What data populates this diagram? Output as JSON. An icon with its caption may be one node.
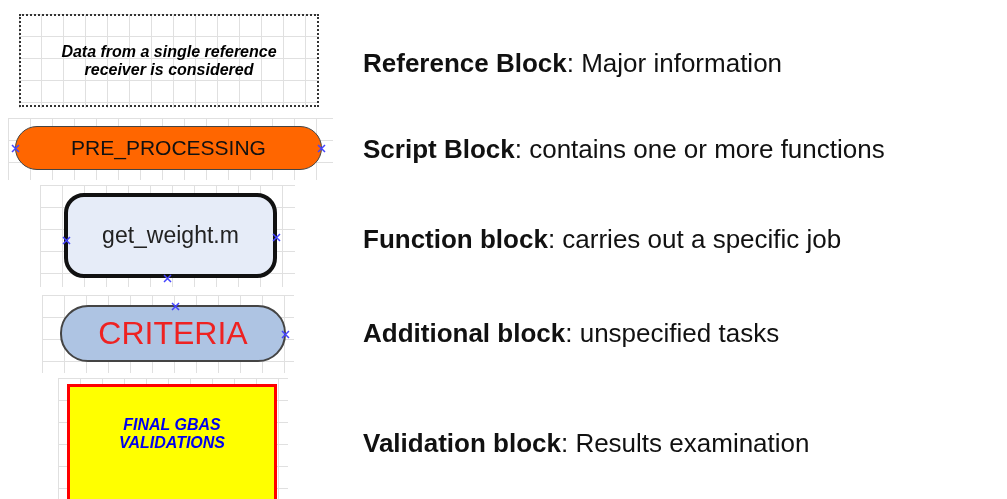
{
  "diagram": {
    "nodes": [
      {
        "text": [
          "Data from a single reference receiver is considered"
        ]
      },
      {
        "text": [
          "PRE_PROCESSING"
        ]
      },
      {
        "text": [
          "get_weight.m"
        ]
      },
      {
        "text": [
          "CRITERIA"
        ]
      },
      {
        "text": [
          "FINAL GBAS VALIDATIONS"
        ]
      }
    ],
    "labels": [
      "**Reference Block**: Major information",
      "**Script Block**: contains one or more functions",
      "**Function block**: carries out a specific job",
      "**Additional block**: unspecified tasks",
      "**Validation block**: Results examination"
    ]
  }
}
